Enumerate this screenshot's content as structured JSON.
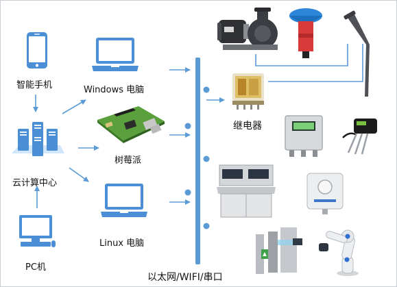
{
  "nodes": {
    "smartphone": {
      "label": "智能手机",
      "icon": "smartphone-icon"
    },
    "cloud": {
      "label": "云计算中心",
      "icon": "server-cluster-icon"
    },
    "pc": {
      "label": "PC机",
      "icon": "desktop-computer-icon"
    },
    "windows": {
      "label": "Windows 电脑",
      "icon": "laptop-icon"
    },
    "raspberry": {
      "label": "树莓派",
      "icon": "circuit-board-icon"
    },
    "linux": {
      "label": "Linux 电脑",
      "icon": "laptop-icon"
    },
    "relay": {
      "label": "继电器",
      "icon": "relay-icon"
    }
  },
  "bus": {
    "label": "以太网/WIFI/串口"
  },
  "devices": [
    "water-pump-icon",
    "aerator-icon",
    "street-lamp-icon",
    "control-box-icon",
    "soil-sensor-icon",
    "control-console-icon",
    "light-sensor-icon",
    "turnstile-gate-icon",
    "robot-arm-icon"
  ],
  "colors": {
    "bus": "#5b9bd5",
    "arrow": "#5b9bd5",
    "screen": "#ffffff",
    "device_frame": "#4a8fd6"
  }
}
